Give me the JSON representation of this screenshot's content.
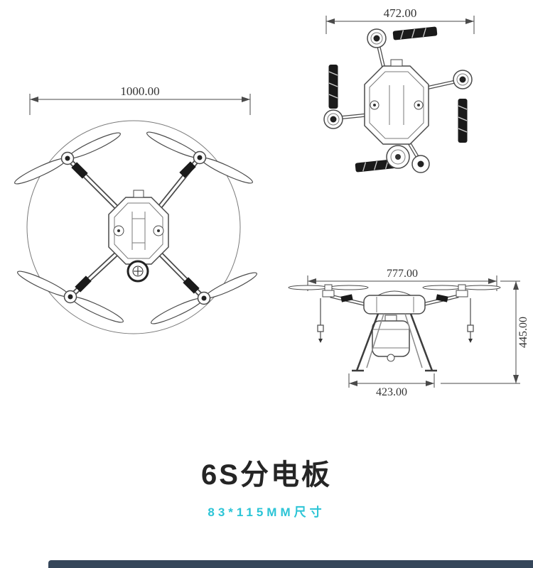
{
  "page": {
    "background_color": "#ffffff",
    "accent_color": "#2bc4d6",
    "line_color": "#4a4a4a",
    "footer_bar_color": "#35465a"
  },
  "title": {
    "text": "6S分电板"
  },
  "subtitle": {
    "text": "83*115MM尺寸"
  },
  "drawings": {
    "top_view_unfolded": {
      "label": "drone-top-view-propellers-unfolded",
      "dim_width": "1000.00"
    },
    "top_view_folded": {
      "label": "drone-top-view-arms-folded",
      "dim_width": "472.00"
    },
    "side_view": {
      "label": "drone-side-view",
      "dim_width_top": "777.00",
      "dim_height": "445.00",
      "dim_width_bottom": "423.00"
    }
  }
}
